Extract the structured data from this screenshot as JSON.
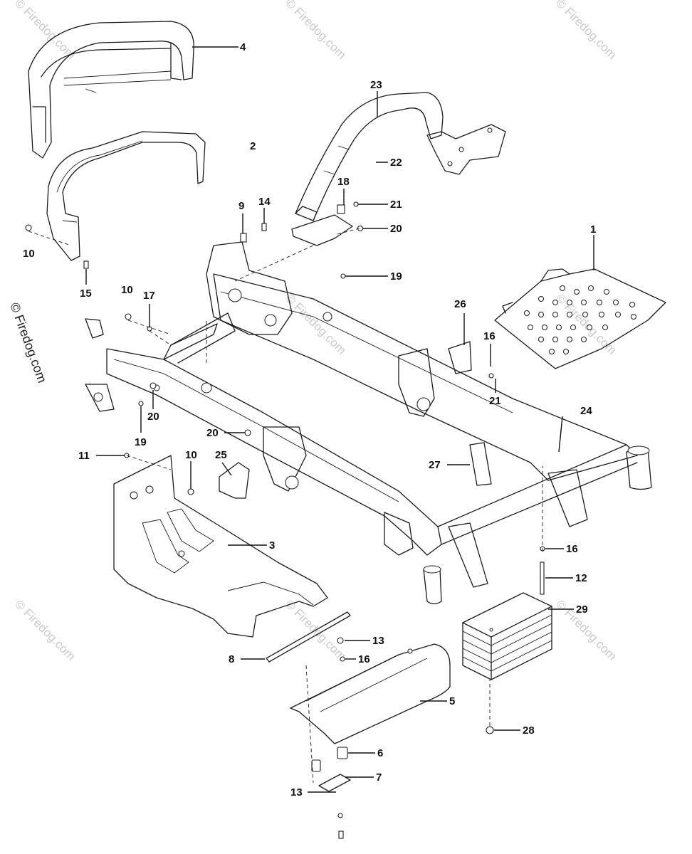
{
  "watermark": {
    "text": "© Firedog.com",
    "side_text": "© Firedog.com"
  },
  "callouts": [
    {
      "id": "c4",
      "label": "4"
    },
    {
      "id": "c2",
      "label": "2"
    },
    {
      "id": "c23",
      "label": "23"
    },
    {
      "id": "c22",
      "label": "22"
    },
    {
      "id": "c18",
      "label": "18"
    },
    {
      "id": "c21a",
      "label": "21"
    },
    {
      "id": "c20a",
      "label": "20"
    },
    {
      "id": "c9",
      "label": "9"
    },
    {
      "id": "c14",
      "label": "14"
    },
    {
      "id": "c10a",
      "label": "10"
    },
    {
      "id": "c15",
      "label": "15"
    },
    {
      "id": "c19a",
      "label": "19"
    },
    {
      "id": "c1",
      "label": "1"
    },
    {
      "id": "c10b",
      "label": "10"
    },
    {
      "id": "c17",
      "label": "17"
    },
    {
      "id": "c26",
      "label": "26"
    },
    {
      "id": "c16a",
      "label": "16"
    },
    {
      "id": "c21b",
      "label": "21"
    },
    {
      "id": "c20b",
      "label": "20"
    },
    {
      "id": "c19b",
      "label": "19"
    },
    {
      "id": "c24",
      "label": "24"
    },
    {
      "id": "c20c",
      "label": "20"
    },
    {
      "id": "c11",
      "label": "11"
    },
    {
      "id": "c10c",
      "label": "10"
    },
    {
      "id": "c25",
      "label": "25"
    },
    {
      "id": "c27",
      "label": "27"
    },
    {
      "id": "c3",
      "label": "3"
    },
    {
      "id": "c16b",
      "label": "16"
    },
    {
      "id": "c12",
      "label": "12"
    },
    {
      "id": "c29",
      "label": "29"
    },
    {
      "id": "c13a",
      "label": "13"
    },
    {
      "id": "c16c",
      "label": "16"
    },
    {
      "id": "c8",
      "label": "8"
    },
    {
      "id": "c5",
      "label": "5"
    },
    {
      "id": "c28",
      "label": "28"
    },
    {
      "id": "c6",
      "label": "6"
    },
    {
      "id": "c7",
      "label": "7"
    },
    {
      "id": "c13b",
      "label": "13"
    }
  ]
}
